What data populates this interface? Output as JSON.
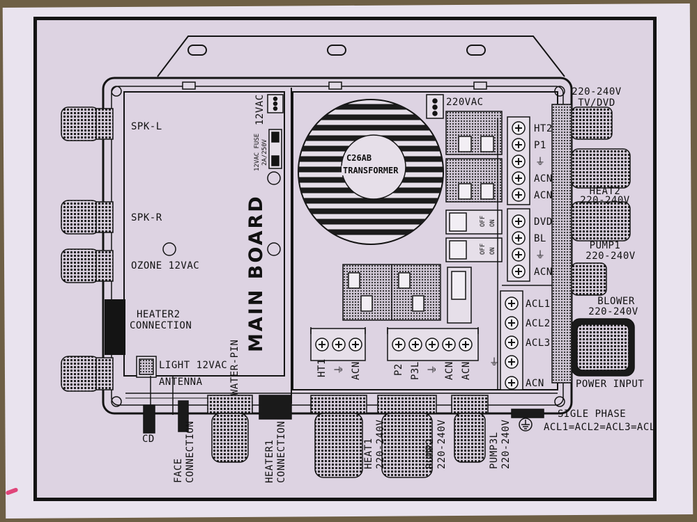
{
  "labels": {
    "spk_l": "SPK-L",
    "spk_r": "SPK-R",
    "ozone": "OZONE 12VAC",
    "heater2_a": "HEATER2",
    "heater2_b": "CONNECTION",
    "light": "LIGHT 12VAC",
    "antenna": "ANTENNA",
    "cd": "CD",
    "face_a": "FACE",
    "face_b": "CONNECTION",
    "water_pin": "WATER-PIN",
    "heater1_a": "HEATER1",
    "heater1_b": "CONNECTION",
    "heat1_a": "HEAT1",
    "heat1_b": "220-240V",
    "pump2_a": "PUMP2",
    "pump2_b": "220-240V",
    "pump3l_a": "PUMP3L",
    "pump3l_b": "220-240V",
    "main_board": "MAIN BOARD",
    "transformer_a": "C26AB",
    "transformer_b": "TRANSFORMER",
    "v12vac": "12VAC",
    "fuse_a": "12VAC FUSE",
    "fuse_b": "2A/250V",
    "v220vac": "220VAC",
    "tv_a": "220-240V",
    "tv_b": "TV/DVD",
    "heat2_a": "HEAT2",
    "heat2_b": "220-240V",
    "pump1_a": "PUMP1",
    "pump1_b": "220-240V",
    "blower_a": "BLOWER",
    "blower_b": "220-240V",
    "power_input": "POWER INPUT",
    "single_phase": "SIGLE PHASE",
    "acl_eq": "ACL1=ACL2=ACL3=ACL",
    "relay_on": "ON",
    "relay_off": "OFF"
  },
  "terminals_right_top": [
    "HT2",
    "P1",
    "⏚",
    "ACN",
    "ACN"
  ],
  "terminals_right_mid": [
    "DVD",
    "BL",
    "⏚",
    "ACN"
  ],
  "terminals_acl": [
    "ACL1",
    "ACL2",
    "ACL3",
    "⏚",
    "ACN"
  ],
  "terminals_bottom_left": [
    "HT1",
    "⏚",
    "ACN"
  ],
  "terminals_bottom_right": [
    "P2",
    "P3L",
    "⏚",
    "ACN",
    "ACN"
  ],
  "colors": {
    "paper": "#e9e3ee",
    "ink": "#141414",
    "background": "#6e5f45"
  }
}
